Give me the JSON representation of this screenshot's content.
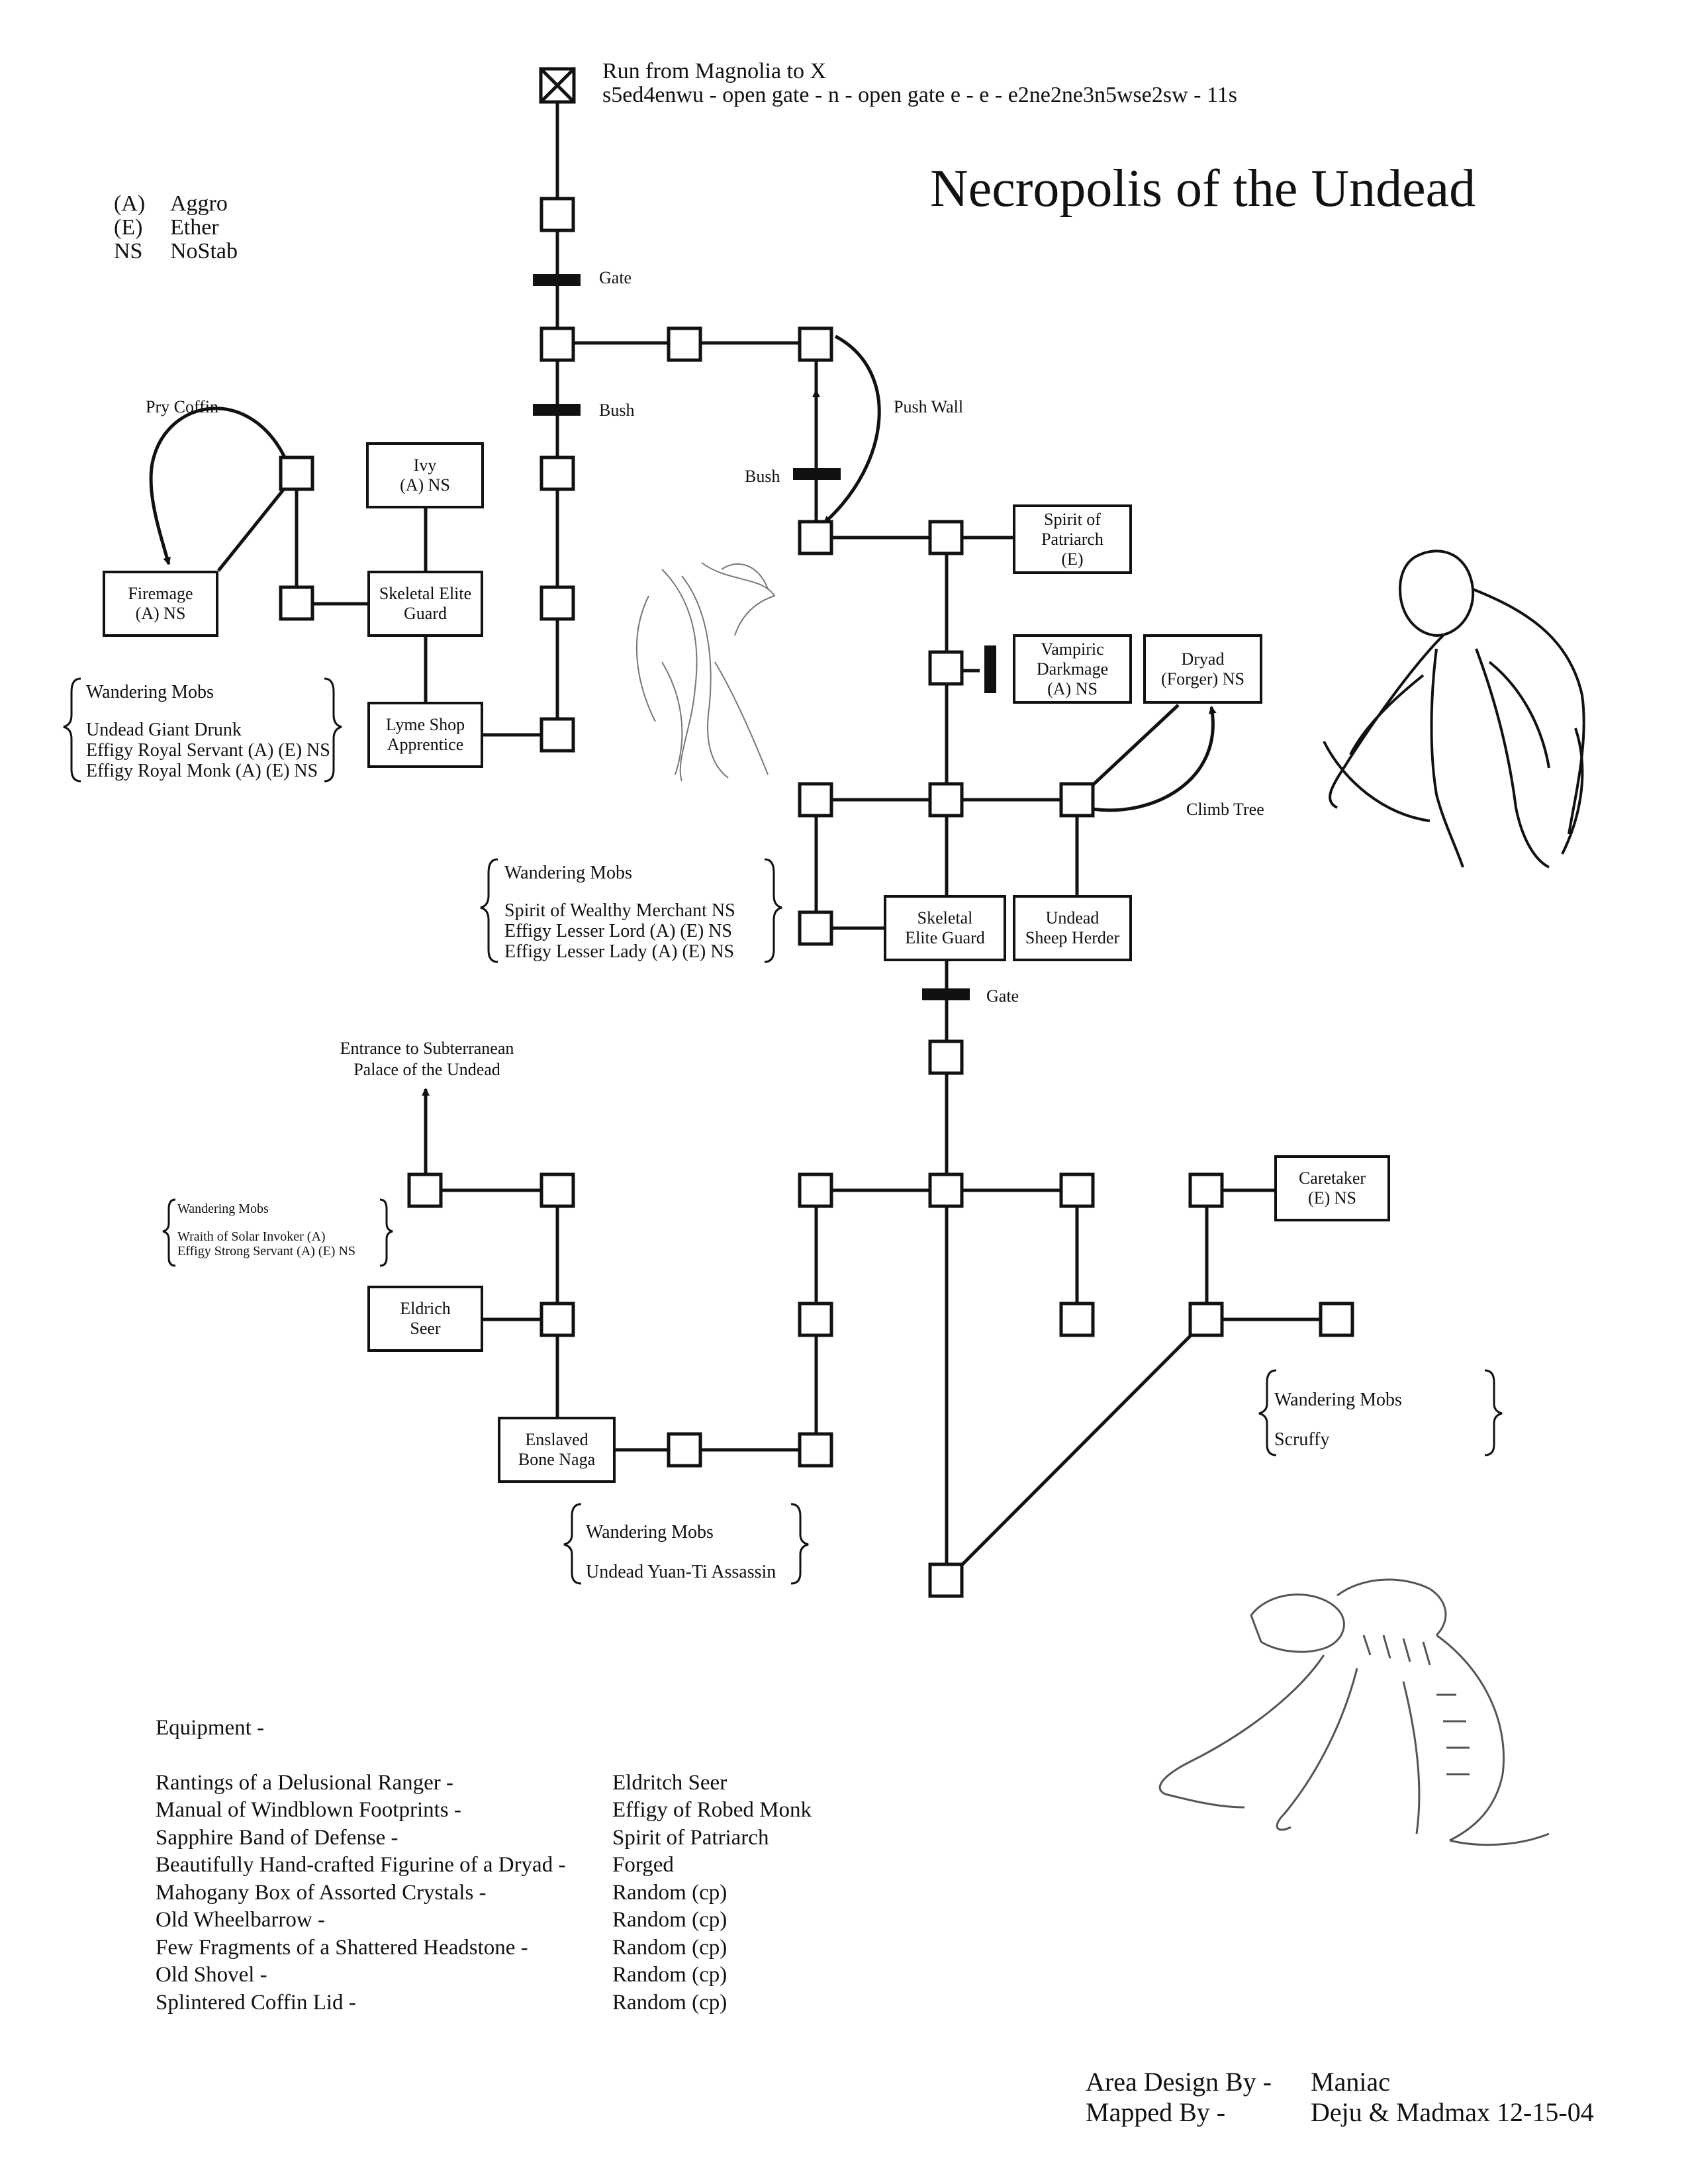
{
  "title": "Necropolis of the Undead",
  "run_info": {
    "line1": "Run from Magnolia to X",
    "line2": "s5ed4enwu - open gate - n - open gate e - e - e2ne2ne3n5wse2sw - 11s"
  },
  "legend": [
    {
      "key": "(A)",
      "value": "Aggro"
    },
    {
      "key": "(E)",
      "value": "Ether"
    },
    {
      "key": "NS",
      "value": "NoStab"
    }
  ],
  "path_labels": {
    "gate_top": "Gate",
    "bush_top": "Bush",
    "push_wall": "Push Wall",
    "bush_right": "Bush",
    "pry_coffin": "Pry Coffin",
    "climb_tree": "Climb Tree",
    "gate_mid": "Gate",
    "entrance_line1": "Entrance to Subterranean",
    "entrance_line2": "Palace of the Undead"
  },
  "npcs": {
    "ivy": {
      "line1": "Ivy",
      "line2": "(A) NS"
    },
    "firemage": {
      "line1": "Firemage",
      "line2": "(A) NS"
    },
    "skeletal_elite_guard_west": {
      "line1": "Skeletal Elite",
      "line2": "Guard"
    },
    "lyme_shop": {
      "line1": "Lyme Shop",
      "line2": "Apprentice"
    },
    "spirit_patriarch": {
      "line1": "Spirit of",
      "line2": "Patriarch",
      "line3": "(E)"
    },
    "vampiric_darkmage": {
      "line1": "Vampiric",
      "line2": "Darkmage",
      "line3": "(A) NS"
    },
    "dryad": {
      "line1": "Dryad",
      "line2": "(Forger) NS"
    },
    "skeletal_elite_guard_center": {
      "line1": "Skeletal",
      "line2": "Elite Guard"
    },
    "undead_sheep_herder": {
      "line1": "Undead",
      "line2": "Sheep Herder"
    },
    "caretaker": {
      "line1": "Caretaker",
      "line2": "(E) NS"
    },
    "eldrich_seer": {
      "line1": "Eldrich",
      "line2": "Seer"
    },
    "enslaved_bone_naga": {
      "line1": "Enslaved",
      "line2": "Bone Naga"
    }
  },
  "wandering_mobs": {
    "group1": {
      "heading": "Wandering Mobs",
      "mobs": [
        "Undead Giant Drunk",
        "Effigy Royal Servant (A) (E) NS",
        "Effigy Royal Monk (A) (E) NS"
      ]
    },
    "group2": {
      "heading": "Wandering Mobs",
      "mobs": [
        "Spirit of Wealthy Merchant NS",
        "Effigy Lesser Lord (A) (E) NS",
        "Effigy Lesser Lady (A) (E) NS"
      ]
    },
    "group3": {
      "heading": "Wandering Mobs",
      "mobs": [
        "Wraith of Solar Invoker (A)",
        "Effigy Strong Servant (A) (E) NS"
      ]
    },
    "group4": {
      "heading": "Wandering Mobs",
      "mobs": [
        "Scruffy"
      ]
    },
    "group5": {
      "heading": "Wandering Mobs",
      "mobs": [
        "Undead Yuan-Ti Assassin"
      ]
    }
  },
  "equipment": {
    "heading": "Equipment -",
    "items": [
      {
        "name": "Rantings of a Delusional Ranger -",
        "source": "Eldritch Seer"
      },
      {
        "name": "Manual of Windblown Footprints -",
        "source": "Effigy of Robed Monk"
      },
      {
        "name": "Sapphire Band of Defense -",
        "source": "Spirit of Patriarch"
      },
      {
        "name": "Beautifully Hand-crafted Figurine of a Dryad -",
        "source": "Forged"
      },
      {
        "name": "Mahogany Box of Assorted Crystals -",
        "source": "Random (cp)"
      },
      {
        "name": "Old Wheelbarrow -",
        "source": "Random (cp)"
      },
      {
        "name": "Few Fragments of a Shattered Headstone -",
        "source": "Random (cp)"
      },
      {
        "name": "Old Shovel -",
        "source": "Random (cp)"
      },
      {
        "name": "Splintered Coffin Lid -",
        "source": "Random (cp)"
      }
    ]
  },
  "credits": {
    "design_label": "Area Design By -",
    "design_value": "Maniac",
    "mapped_label": "Mapped By -",
    "mapped_value": "Deju & Madmax 12-15-04"
  },
  "icons": {
    "start_marker": "x-box-icon",
    "art1": "spectral-figure-sketch",
    "art2": "vampire-lord-drawing",
    "art3": "skeletal-beast-sketch"
  }
}
